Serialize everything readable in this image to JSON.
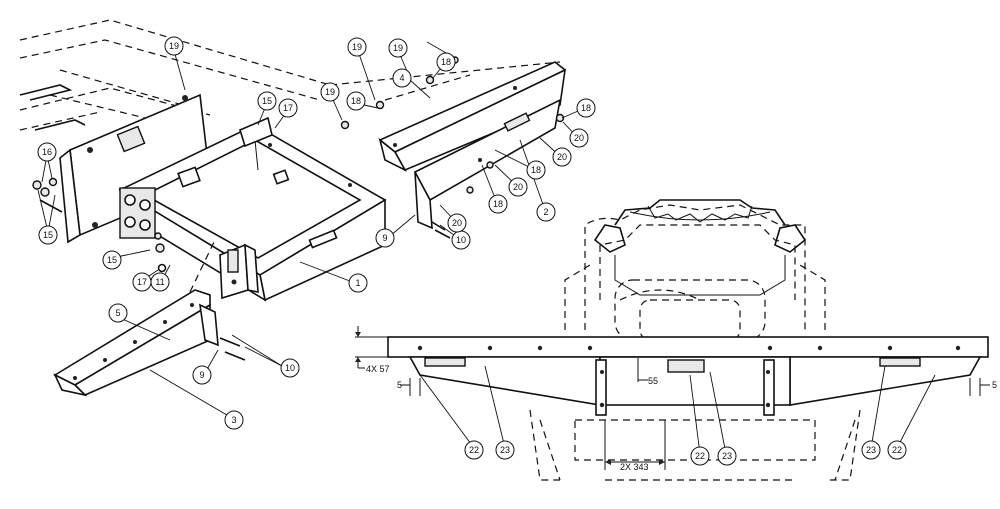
{
  "diagram": {
    "callouts": {
      "c1": "1",
      "c2": "2",
      "c3": "3",
      "c4": "4",
      "c5": "5",
      "c9a": "9",
      "c9b": "9",
      "c10a": "10",
      "c10b": "10",
      "c11": "11",
      "c15a": "15",
      "c15b": "15",
      "c15c": "15",
      "c16": "16",
      "c17a": "17",
      "c17b": "17",
      "c18a": "18",
      "c18b": "18",
      "c18c": "18",
      "c18d": "18",
      "c18e": "18",
      "c19a": "19",
      "c19b": "19",
      "c19c": "19",
      "c19d": "19",
      "c20a": "20",
      "c20b": "20",
      "c20c": "20",
      "c20d": "20",
      "c22a": "22",
      "c22b": "22",
      "c22c": "22",
      "c23a": "23",
      "c23b": "23",
      "c23c": "23"
    },
    "dimensions": {
      "height_dim": "4X 57",
      "left_offset": "5",
      "right_offset": "5",
      "center_offset": "55",
      "span": "2X 343"
    }
  }
}
